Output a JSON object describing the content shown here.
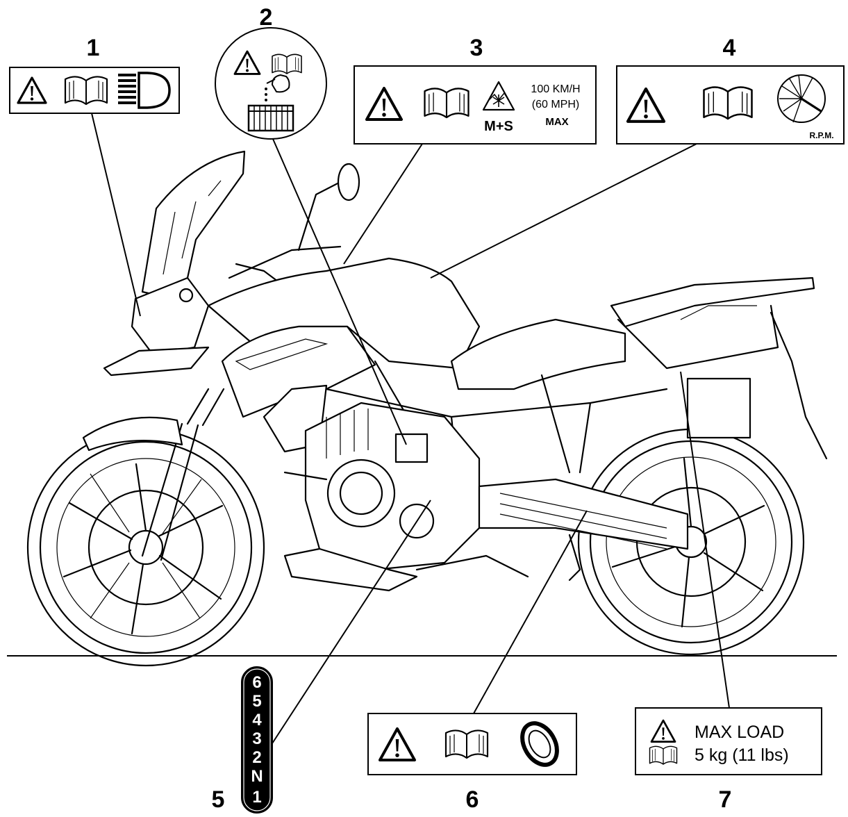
{
  "callouts": {
    "c1": {
      "number": "1"
    },
    "c2": {
      "number": "2"
    },
    "c3": {
      "number": "3",
      "speed_kmh": "100 KM/H",
      "speed_mph": "(60 MPH)",
      "max": "MAX",
      "tyre_rating": "M+S"
    },
    "c4": {
      "number": "4",
      "rpm": "R.P.M."
    },
    "c5": {
      "number": "5",
      "gears": [
        "6",
        "5",
        "4",
        "3",
        "2",
        "N",
        "1"
      ]
    },
    "c6": {
      "number": "6"
    },
    "c7": {
      "number": "7",
      "line1": "MAX LOAD",
      "line2": "5 kg (11 lbs)"
    }
  },
  "icons": {
    "warning": "warning-triangle-icon",
    "manual": "open-book-icon",
    "headlight": "headlight-icon",
    "coolant": "coolant-can-icon",
    "radiator": "radiator-icon",
    "snowflake": "snowflake-mountain-icon",
    "tachometer": "tachometer-icon",
    "chain": "drive-ring-icon"
  },
  "colors": {
    "ink": "#000000",
    "paper": "#ffffff"
  }
}
